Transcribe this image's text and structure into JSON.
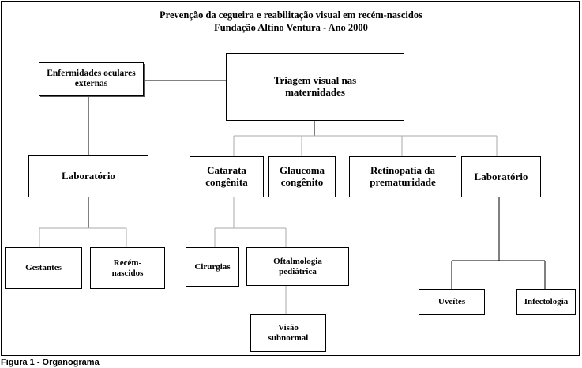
{
  "title": {
    "line1": "Prevenção da cegueira e reabilitação visual em recém-nascidos",
    "line2": "Fundação Altino Ventura - Ano 2000"
  },
  "nodes": {
    "enfermidades": "Enfermidades oculares externas",
    "triagem": "Triagem visual nas maternidades",
    "laboratorio_left": "Laboratório",
    "catarata": "Catarata congênita",
    "glaucoma": "Glaucoma congênito",
    "retinopatia": "Retinopatia da prematuridade",
    "laboratorio_right": "Laboratório",
    "gestantes": "Gestantes",
    "recem_nascidos": "Recém-nascidos",
    "cirurgias": "Cirurgias",
    "oftalmologia": "Oftalmologia pediátrica",
    "visao": "Visão subnormal",
    "uveites": "Uveítes",
    "infectologia": "Infectologia"
  },
  "caption": "Figura 1 - Organograma"
}
